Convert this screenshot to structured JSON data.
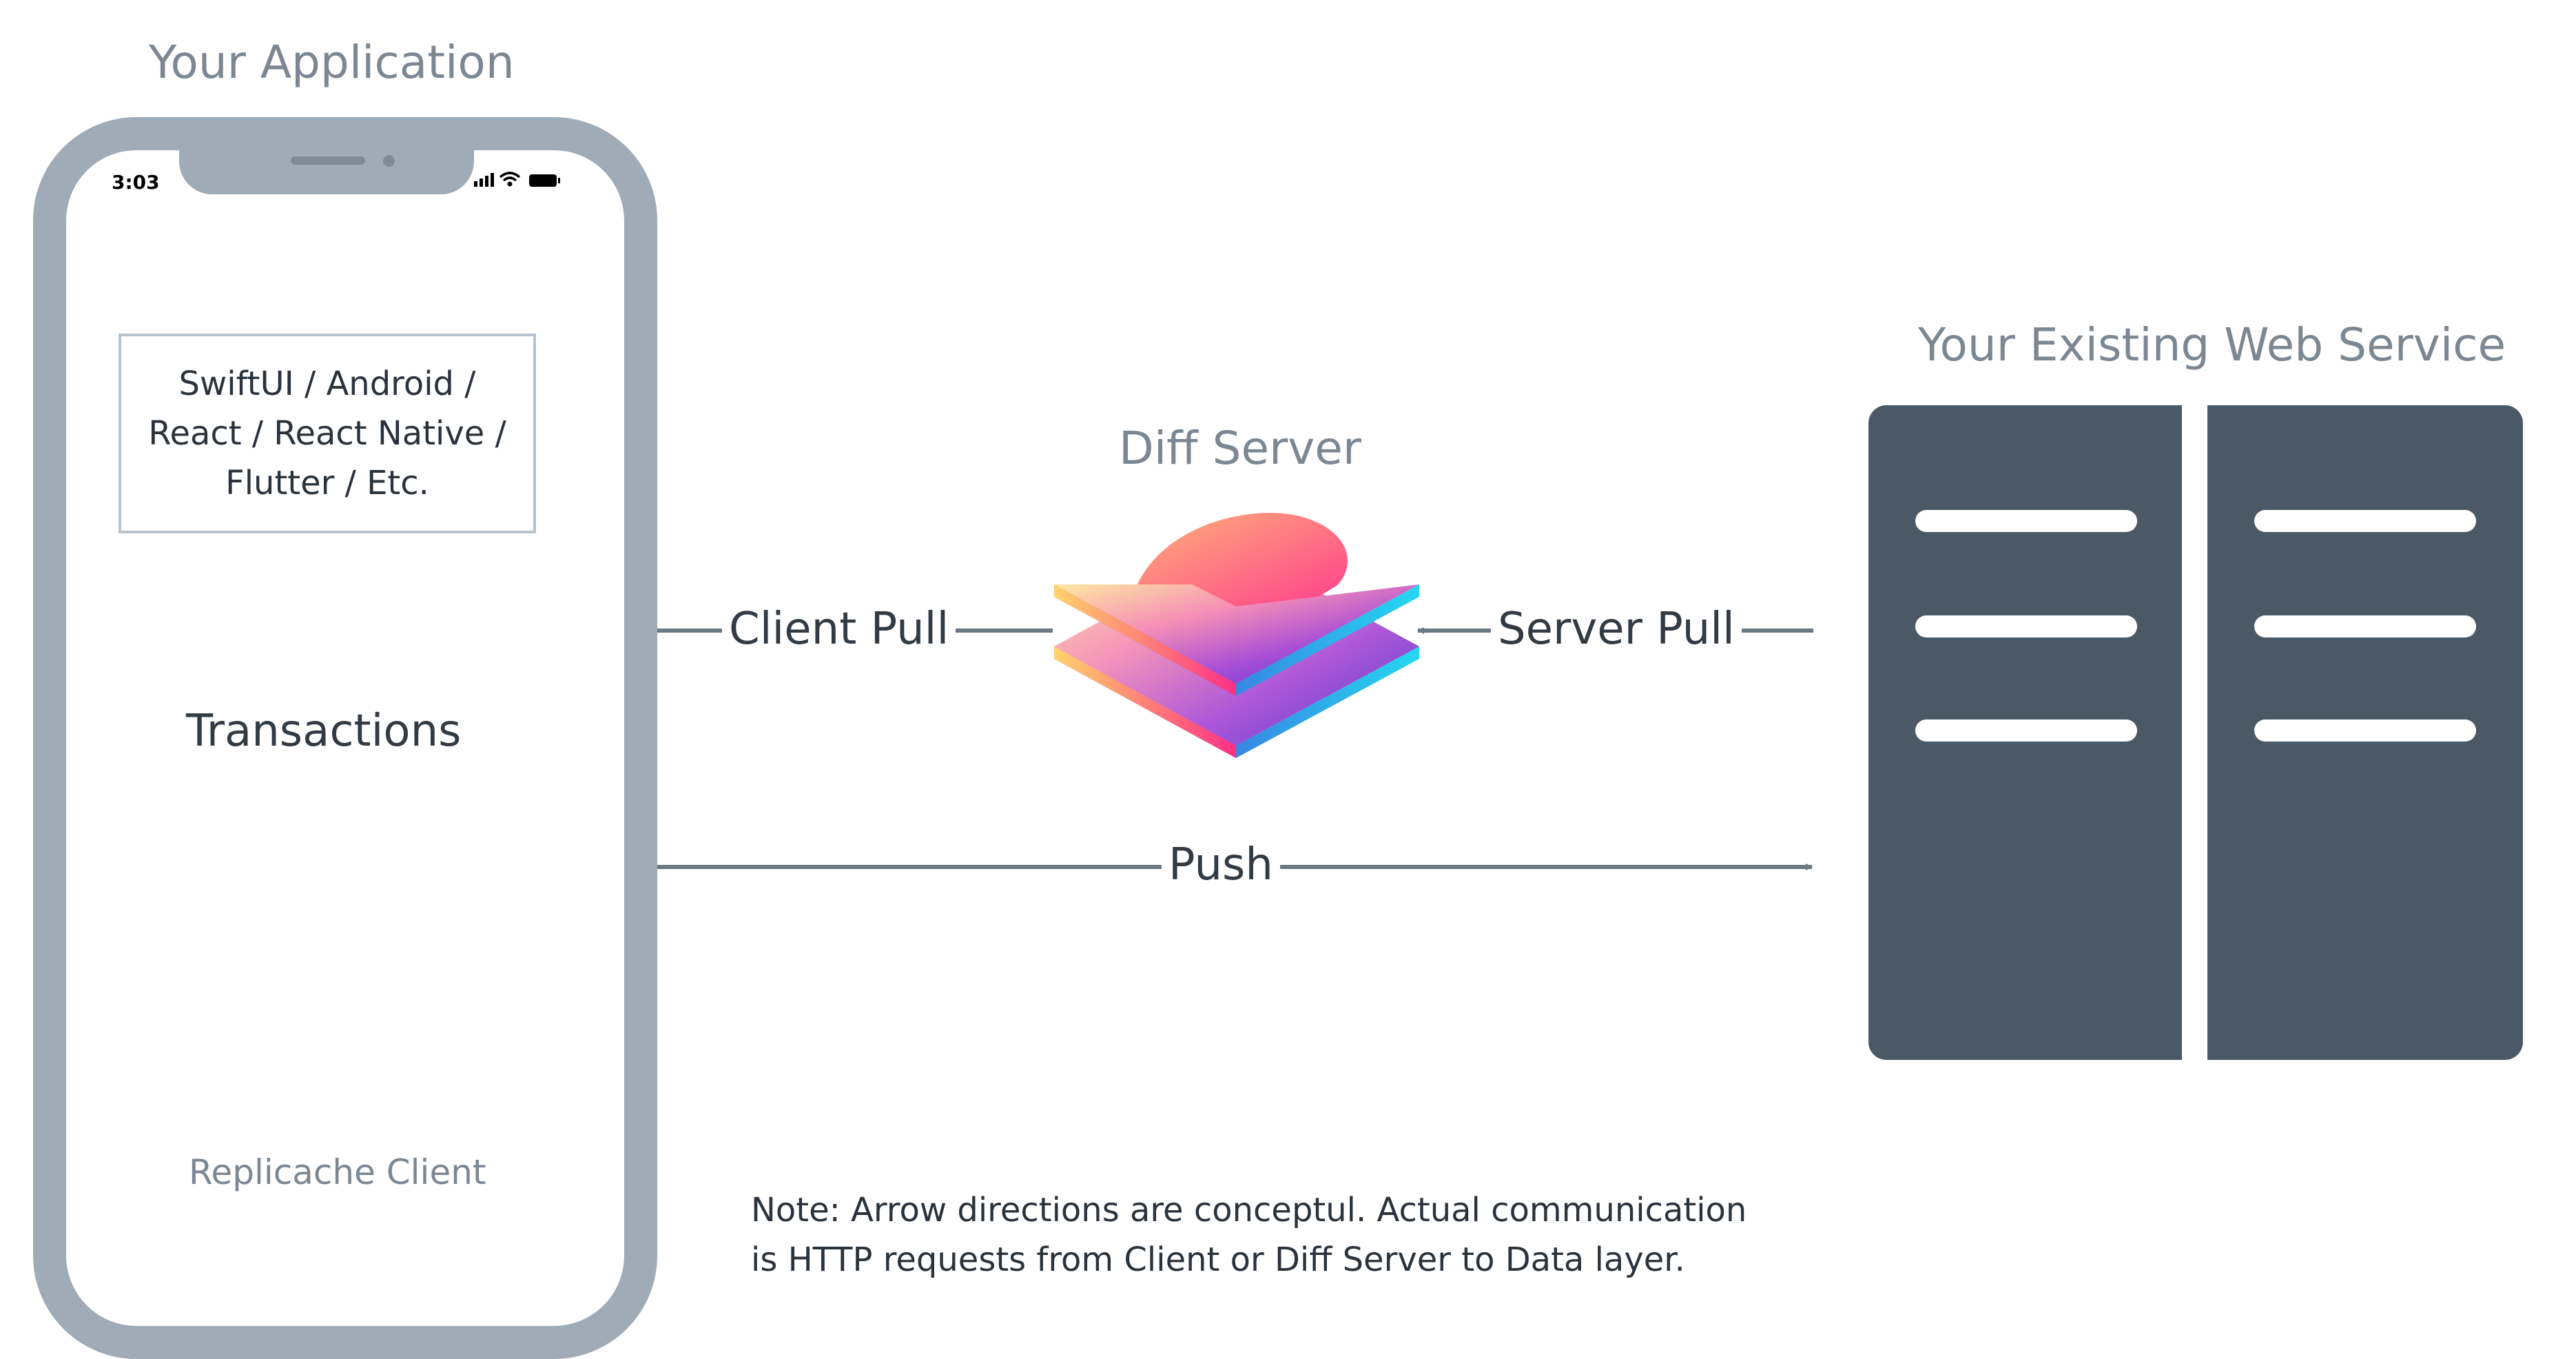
{
  "headings": {
    "app": "Your Application",
    "web_service": "Your Existing Web Service",
    "diff_server": "Diff Server"
  },
  "phone": {
    "time": "3:03",
    "frameworks": [
      "SwiftUI / Android /",
      "React / React Native /",
      "Flutter / Etc."
    ],
    "replicache_label": "Replicache Client"
  },
  "arrows": {
    "transactions": "Transactions",
    "client_pull": "Client Pull",
    "server_pull": "Server Pull",
    "push": "Push"
  },
  "note": {
    "line1": "Note: Arrow directions are conceptul. Actual communication",
    "line2": "is HTTP requests from Client or Diff Server to Data layer."
  },
  "colors": {
    "phone_frame": "#9fabb6",
    "server": "#4b5966",
    "arrow": "#6c7784",
    "heading": "#7b8793"
  }
}
